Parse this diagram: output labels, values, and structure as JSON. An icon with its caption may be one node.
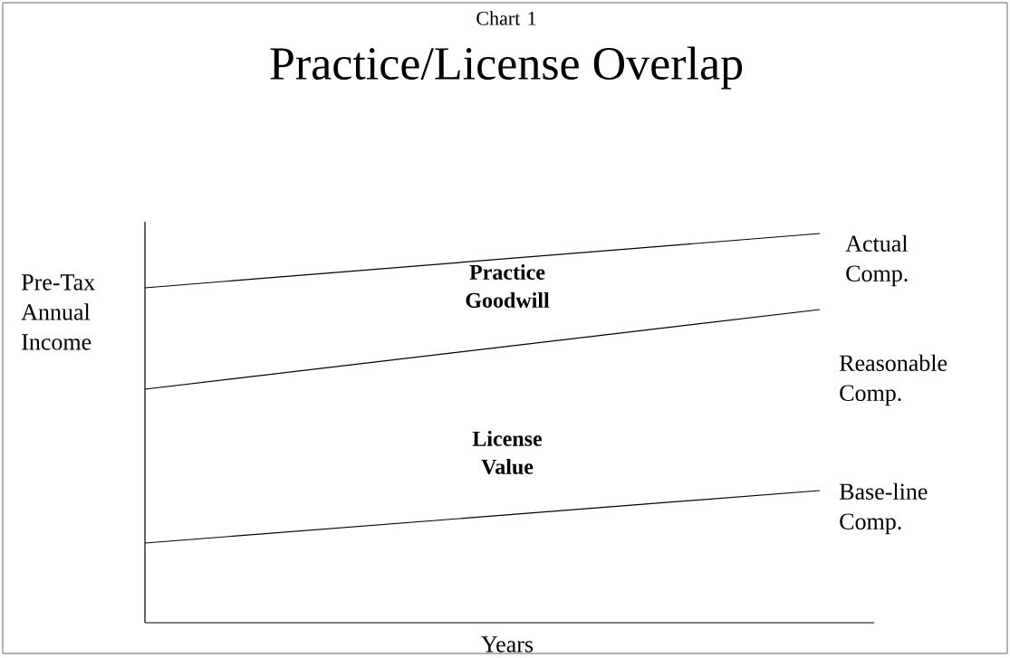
{
  "diagram": {
    "title": "Practice/License Overlap",
    "labels": [
      "Chart 1",
      "Actual Comp.",
      "Pre-Tax Annual Income",
      "Practice Goodwill",
      "Reasonable Comp.",
      "License Value",
      "Base-line Comp.",
      "Years"
    ]
  }
}
